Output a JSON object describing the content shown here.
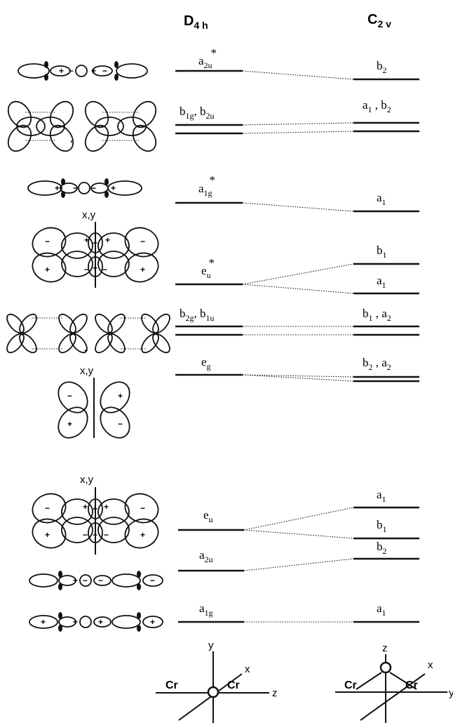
{
  "headers": {
    "left": {
      "main": "D",
      "sub": "4 h"
    },
    "right": {
      "main": "C",
      "sub": "2 v"
    }
  },
  "d4h_levels": [
    {
      "id": "a2u-star",
      "main": "a",
      "sub": "2u",
      "sup": "*"
    },
    {
      "id": "b1g-b2u",
      "parts": [
        "b",
        "1g",
        ", b",
        "2u"
      ]
    },
    {
      "id": "a1g-star",
      "main": "a",
      "sub": "1g",
      "sup": "*"
    },
    {
      "id": "eu-star",
      "main": "e",
      "sub": "u",
      "sup": "*"
    },
    {
      "id": "b2g-b1u",
      "parts": [
        "b",
        "2g",
        ", b",
        "1u"
      ]
    },
    {
      "id": "eg",
      "main": "e",
      "sub": "g"
    },
    {
      "id": "eu",
      "main": "e",
      "sub": "u"
    },
    {
      "id": "a2u",
      "main": "a",
      "sub": "2u"
    },
    {
      "id": "a1g",
      "main": "a",
      "sub": "1g"
    }
  ],
  "c2v_levels": [
    {
      "id": "b2-top",
      "parts": [
        "b",
        "2"
      ]
    },
    {
      "id": "a1-b2",
      "parts": [
        "a",
        "1",
        " , b",
        "2"
      ]
    },
    {
      "id": "a1-mid",
      "parts": [
        "a",
        "1"
      ]
    },
    {
      "id": "b1-upper",
      "parts": [
        "b",
        "1"
      ]
    },
    {
      "id": "a1-upper",
      "parts": [
        "a",
        "1"
      ]
    },
    {
      "id": "b1-a2",
      "parts": [
        "b",
        "1",
        " , a",
        "2"
      ]
    },
    {
      "id": "b2-a2",
      "parts": [
        "b",
        "2",
        " , a",
        "2"
      ]
    },
    {
      "id": "a1-lower",
      "parts": [
        "a",
        "1"
      ]
    },
    {
      "id": "b1-lower",
      "parts": [
        "b",
        "1"
      ]
    },
    {
      "id": "b2-lower",
      "parts": [
        "b",
        "2"
      ]
    },
    {
      "id": "a1-bottom",
      "parts": [
        "a",
        "1"
      ]
    }
  ],
  "orbital_axis_labels": [
    "x,y",
    "x,y",
    "x,y"
  ],
  "axes": {
    "d4h": {
      "vertical": "y",
      "diagonal": "x",
      "horizontal": "z",
      "left_atom": "Cr",
      "right_atom": "Cr"
    },
    "c2v": {
      "vertical": "z",
      "diagonal": "x",
      "horizontal": "y",
      "left_atom": "Cr",
      "right_atom": "Cr"
    }
  },
  "signs": {
    "plus": "+",
    "minus": "−"
  }
}
